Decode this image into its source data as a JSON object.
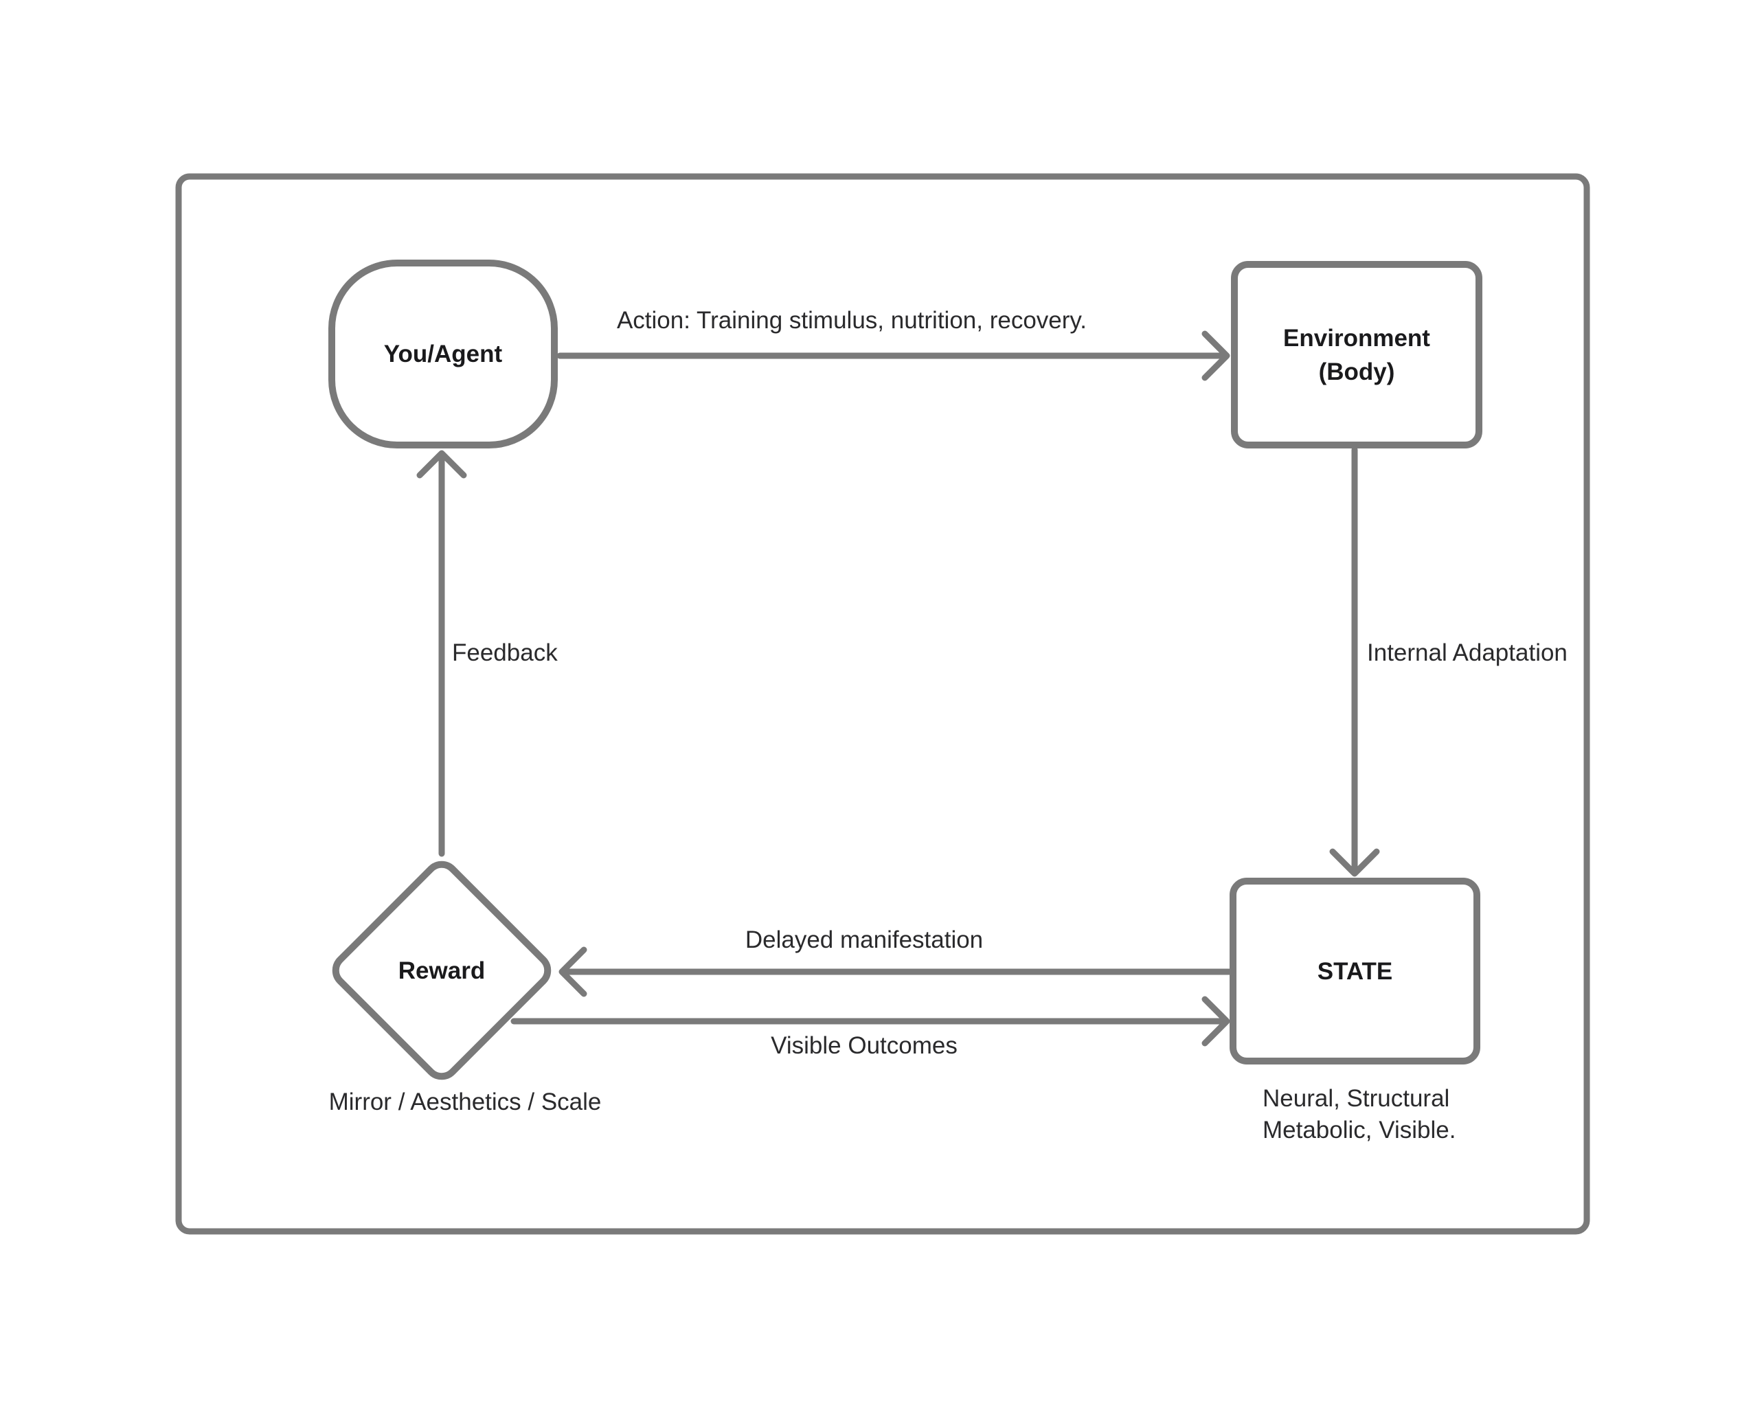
{
  "theme": {
    "background": "#ffffff",
    "stroke": "#7a7a7a",
    "text": "#2a2a2c",
    "title_text": "#1a1a1c"
  },
  "nodes": {
    "agent": {
      "label": "You/Agent"
    },
    "environment": {
      "line1": "Environment",
      "line2": "(Body)"
    },
    "state": {
      "label": "STATE",
      "caption1": "Neural, Structural",
      "caption2": "Metabolic, Visible."
    },
    "reward": {
      "label": "Reward",
      "caption": "Mirror / Aesthetics / Scale"
    }
  },
  "edges": {
    "action": {
      "label": "Action: Training stimulus, nutrition, recovery."
    },
    "internal_adaptation": {
      "label": "Internal Adaptation"
    },
    "feedback": {
      "label": "Feedback"
    },
    "delayed_manifestation": {
      "label": "Delayed manifestation"
    },
    "visible_outcomes": {
      "label": "Visible Outcomes"
    }
  }
}
